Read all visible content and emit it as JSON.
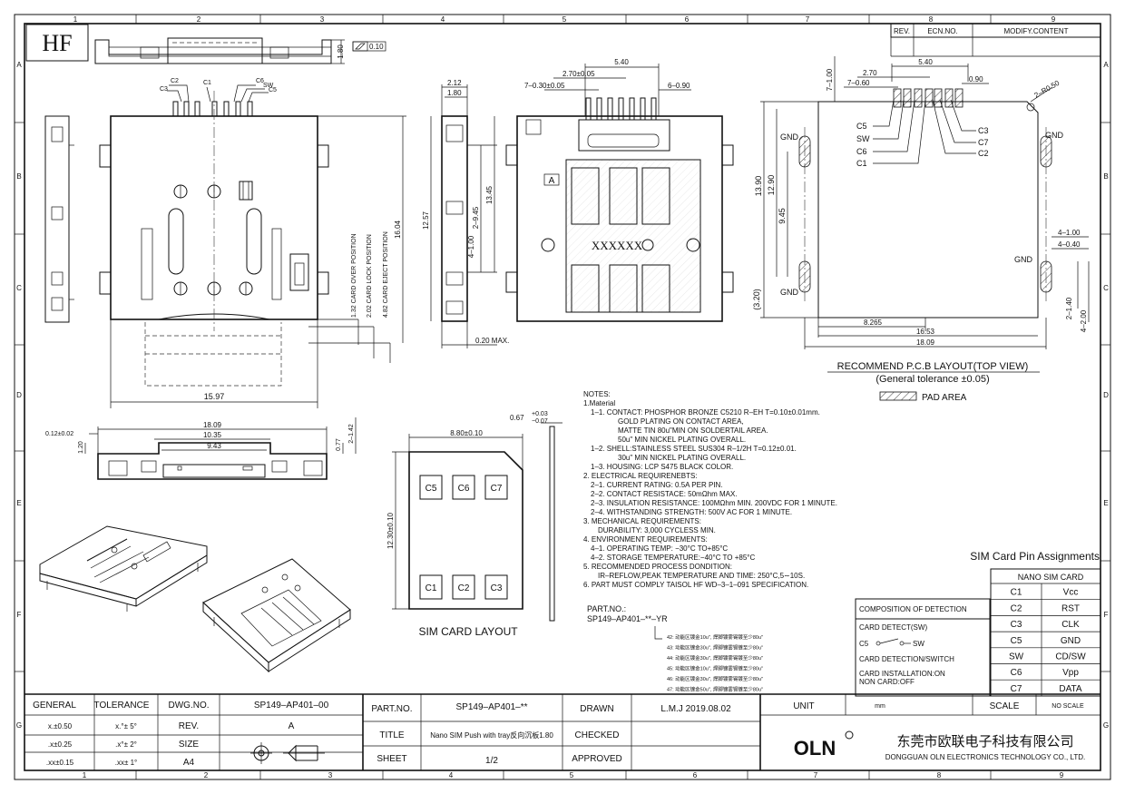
{
  "logo": "HF",
  "grid": {
    "cols": [
      "1",
      "2",
      "3",
      "4",
      "5",
      "6",
      "7",
      "8",
      "9"
    ],
    "rows": [
      "A",
      "B",
      "C",
      "D",
      "E",
      "F",
      "G"
    ]
  },
  "revision_table": {
    "rev": "REV.",
    "ecn": "ECN.NO.",
    "modify": "MODIFY.CONTENT"
  },
  "flatness": "0.10",
  "top_view_dims": {
    "h_1_80": "1.80",
    "c2": "C2",
    "c1": "C1",
    "c3": "C3",
    "c6": "C6",
    "sw": "SW",
    "c5": "C5",
    "card_over": "1.32 CARD OVER POSITION",
    "card_lock": "2.02 CARD LOCK POSITION",
    "card_eject": "4.82 CARD EJECT POSITION",
    "len_16_04": "16.04",
    "width_15_97": "15.97"
  },
  "side_view_dims": {
    "d_2_12": "2.12",
    "d_1_80": "1.80",
    "d_12_57": "12.57",
    "d_13_45": "13.45",
    "d_2_9_45": "2–9.45",
    "d_4_1_00": "4–1.00",
    "d_0_20": "0.20 MAX."
  },
  "bottom_view_dims": {
    "d_5_40": "5.40",
    "d_2_70": "2.70±0.05",
    "d_7_0_30": "7–0.30±0.05",
    "d_6_0_90": "6–0.90",
    "label_a": "A",
    "marking": "XXXXXX"
  },
  "pcb_layout": {
    "d_5_40": "5.40",
    "d_2_70": "2.70",
    "d_7_0_60": "7–0.60",
    "d_0_90": "0.90",
    "d_7_1_00": "7–1.00",
    "d_2_r0_50": "2–R0.50",
    "c5": "C5",
    "sw": "SW",
    "c6": "C6",
    "c1": "C1",
    "c3": "C3",
    "c7": "C7",
    "c2": "C2",
    "gnd": "GND",
    "d_13_90": "13.90",
    "d_12_90": "12.90",
    "d_9_45": "9.45",
    "d_3_20": "(3.20)",
    "d_8_265": "8.265",
    "d_16_53": "16.53",
    "d_18_09": "18.09",
    "d_4_1_00": "4–1.00",
    "d_4_0_40": "4–0.40",
    "d_2_1_40": "2–1.40",
    "d_4_2_00": "4–2.00",
    "title": "RECOMMEND P.C.B LAYOUT(TOP VIEW)",
    "tolerance": "(General tolerance ±0.05)",
    "pad_area": "PAD AREA"
  },
  "front_view_dims": {
    "d_18_09": "18.09",
    "d_10_35": "10.35",
    "d_9_43": "9.43",
    "d_0_12": "0.12±0.02",
    "d_1_20": "1.20",
    "d_0_77": "0.77",
    "d_2_1_42": "2–1.42"
  },
  "sim_card": {
    "width": "8.80±0.10",
    "height": "12.30±0.10",
    "thickness": "0.67",
    "tol_plus": "+0.03",
    "tol_minus": "−0.07",
    "top_pads": [
      "C5",
      "C6",
      "C7"
    ],
    "bottom_pads": [
      "C1",
      "C2",
      "C3"
    ],
    "title": "SIM CARD LAYOUT"
  },
  "notes": [
    "NOTES:",
    "1.Material",
    "1–1. CONTACT: PHOSPHOR BRONZE C5210 R–EH T=0.10±0.01mm.",
    "GOLD PLATING ON CONTACT AREA,",
    "MATTE TIN 80u\"MIN ON SOLDERTAIL AREA.",
    "50u\" MIN NICKEL PLATING OVERALL.",
    "1–2. SHELL:STAINLESS STEEL SUS304 R–1/2H T=0.12±0.01.",
    "30u\" MIN NICKEL PLATING OVERALL.",
    "1–3. HOUSING: LCP S475 BLACK COLOR.",
    "2. ELECTRICAL REQUIRENEBTS:",
    "2–1. CURRENT RATING: 0.5A PER PIN.",
    "2–2. CONTACT RESISTACE: 50mΩhm MAX.",
    "2–3. INSULATION RESISTANCE: 100MΩhm MIN. 200VDC FOR 1 MINUTE.",
    "2–4. WITHSTANDING STRENGTH: 500V AC FOR 1 MINUTE.",
    "3. MECHANICAL REQUIREMENTS:",
    "DURABILITY: 3,000 CYCLESS MIN.",
    "4. ENVIRONMENT REQUIREMENTS:",
    "4–1. OPERATING TEMP: −30°C TO+85°C",
    "4–2. STORAGE TEMPERATURE:−40°C TO +85°C",
    "5. RECOMMENDED PROCESS DONDITION:",
    "IR–REFLOW,PEAK TEMPERATURE AND TIME: 250°C,5∼10S.",
    "6. PART MUST COMPLY TAISOL HF WD–3–1–091 SPECIFICATION."
  ],
  "part_no": {
    "label": "PART.NO.:",
    "value": "SP149–AP401–**–YR",
    "options": [
      "42: 动能区镀金10u\", 焊脚镀雾锡镀至少80u\"",
      "43: 动能区镀金30u\", 焊脚镀雾锡镀至少80u\"",
      "44: 动能区镀金30u\", 焊脚镀雾锡镀至少80u\"",
      "45: 动能区镀金10u\", 焊脚镀雾锡镀至少80u\"",
      "46: 动能区镀金30u\", 焊脚镀雾锡镀至少80u\"",
      "47: 动能区镀金50u\", 焊脚镀雾锡镀至少80u\""
    ]
  },
  "detection": {
    "title": "COMPOSITION OF DETECTION",
    "card_detect": "CARD DETECT(SW)",
    "c5": "C5",
    "sw": "SW",
    "switch_label": "CARD DETECTION/SWITCH",
    "installation": "CARD INSTALLATION:ON",
    "non_card": "NON CARD:OFF"
  },
  "pin_assignments": {
    "title": "SIM Card Pin Assignments",
    "header": "NANO SIM CARD",
    "rows": [
      {
        "pin": "C1",
        "signal": "Vcc"
      },
      {
        "pin": "C2",
        "signal": "RST"
      },
      {
        "pin": "C3",
        "signal": "CLK"
      },
      {
        "pin": "C5",
        "signal": "GND"
      },
      {
        "pin": "SW",
        "signal": "CD/SW"
      },
      {
        "pin": "C6",
        "signal": "Vpp"
      },
      {
        "pin": "C7",
        "signal": "DATA"
      }
    ]
  },
  "title_block": {
    "general": "GENERAL",
    "tolerance": "TOLERANCE",
    "tol_x": "x.±0.50",
    "tol_ang1": "x.°± 5°",
    "tol_xx": ".x±0.25",
    "tol_ang2": ".x°± 2°",
    "tol_xxx": ".xx±0.15",
    "tol_ang3": ".xx± 1°",
    "dwg_no_label": "DWG.NO.",
    "dwg_no": "SP149–AP401–00",
    "rev_label": "REV.",
    "rev": "A",
    "size_label": "SIZE",
    "size": "A4",
    "part_no_label": "PART.NO.",
    "part_no": "SP149–AP401–**",
    "title_label": "TITLE",
    "title": "Nano SIM Push with tray反向沉板1.80",
    "sheet_label": "SHEET",
    "sheet": "1/2",
    "drawn_label": "DRAWN",
    "drawn": "L.M.J 2019.08.02",
    "checked_label": "CHECKED",
    "approved_label": "APPROVED",
    "unit_label": "UNIT",
    "unit": "mm",
    "scale_label": "SCALE",
    "scale": "NO SCALE",
    "company_logo": "OLN",
    "company_cn": "东莞市欧联电子科技有限公司",
    "company_en": "DONGGUAN OLN ELECTRONICS TECHNOLOGY CO., LTD."
  }
}
